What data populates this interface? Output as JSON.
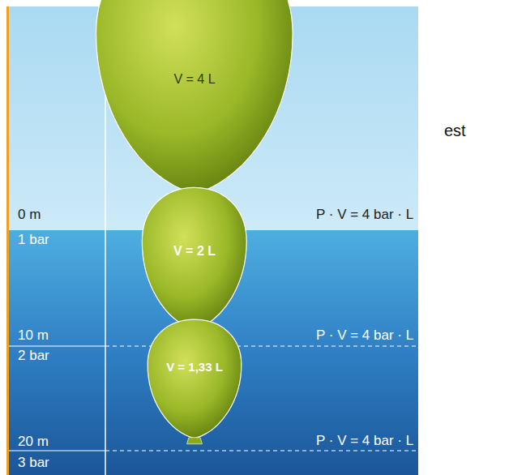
{
  "diagram": {
    "nodes": [
      {
        "text": [
          "V = 4 L"
        ]
      },
      {
        "text": [
          "V = 2 L"
        ]
      },
      {
        "text": [
          "V = 1,33 L"
        ]
      }
    ],
    "labels": [
      "0 m",
      "P · V = 4 bar · L",
      "1 bar",
      "10 m",
      "P · V = 4 bar · L",
      "2 bar",
      "20 m",
      "P · V = 4 bar · L",
      "3 bar",
      "est"
    ]
  }
}
